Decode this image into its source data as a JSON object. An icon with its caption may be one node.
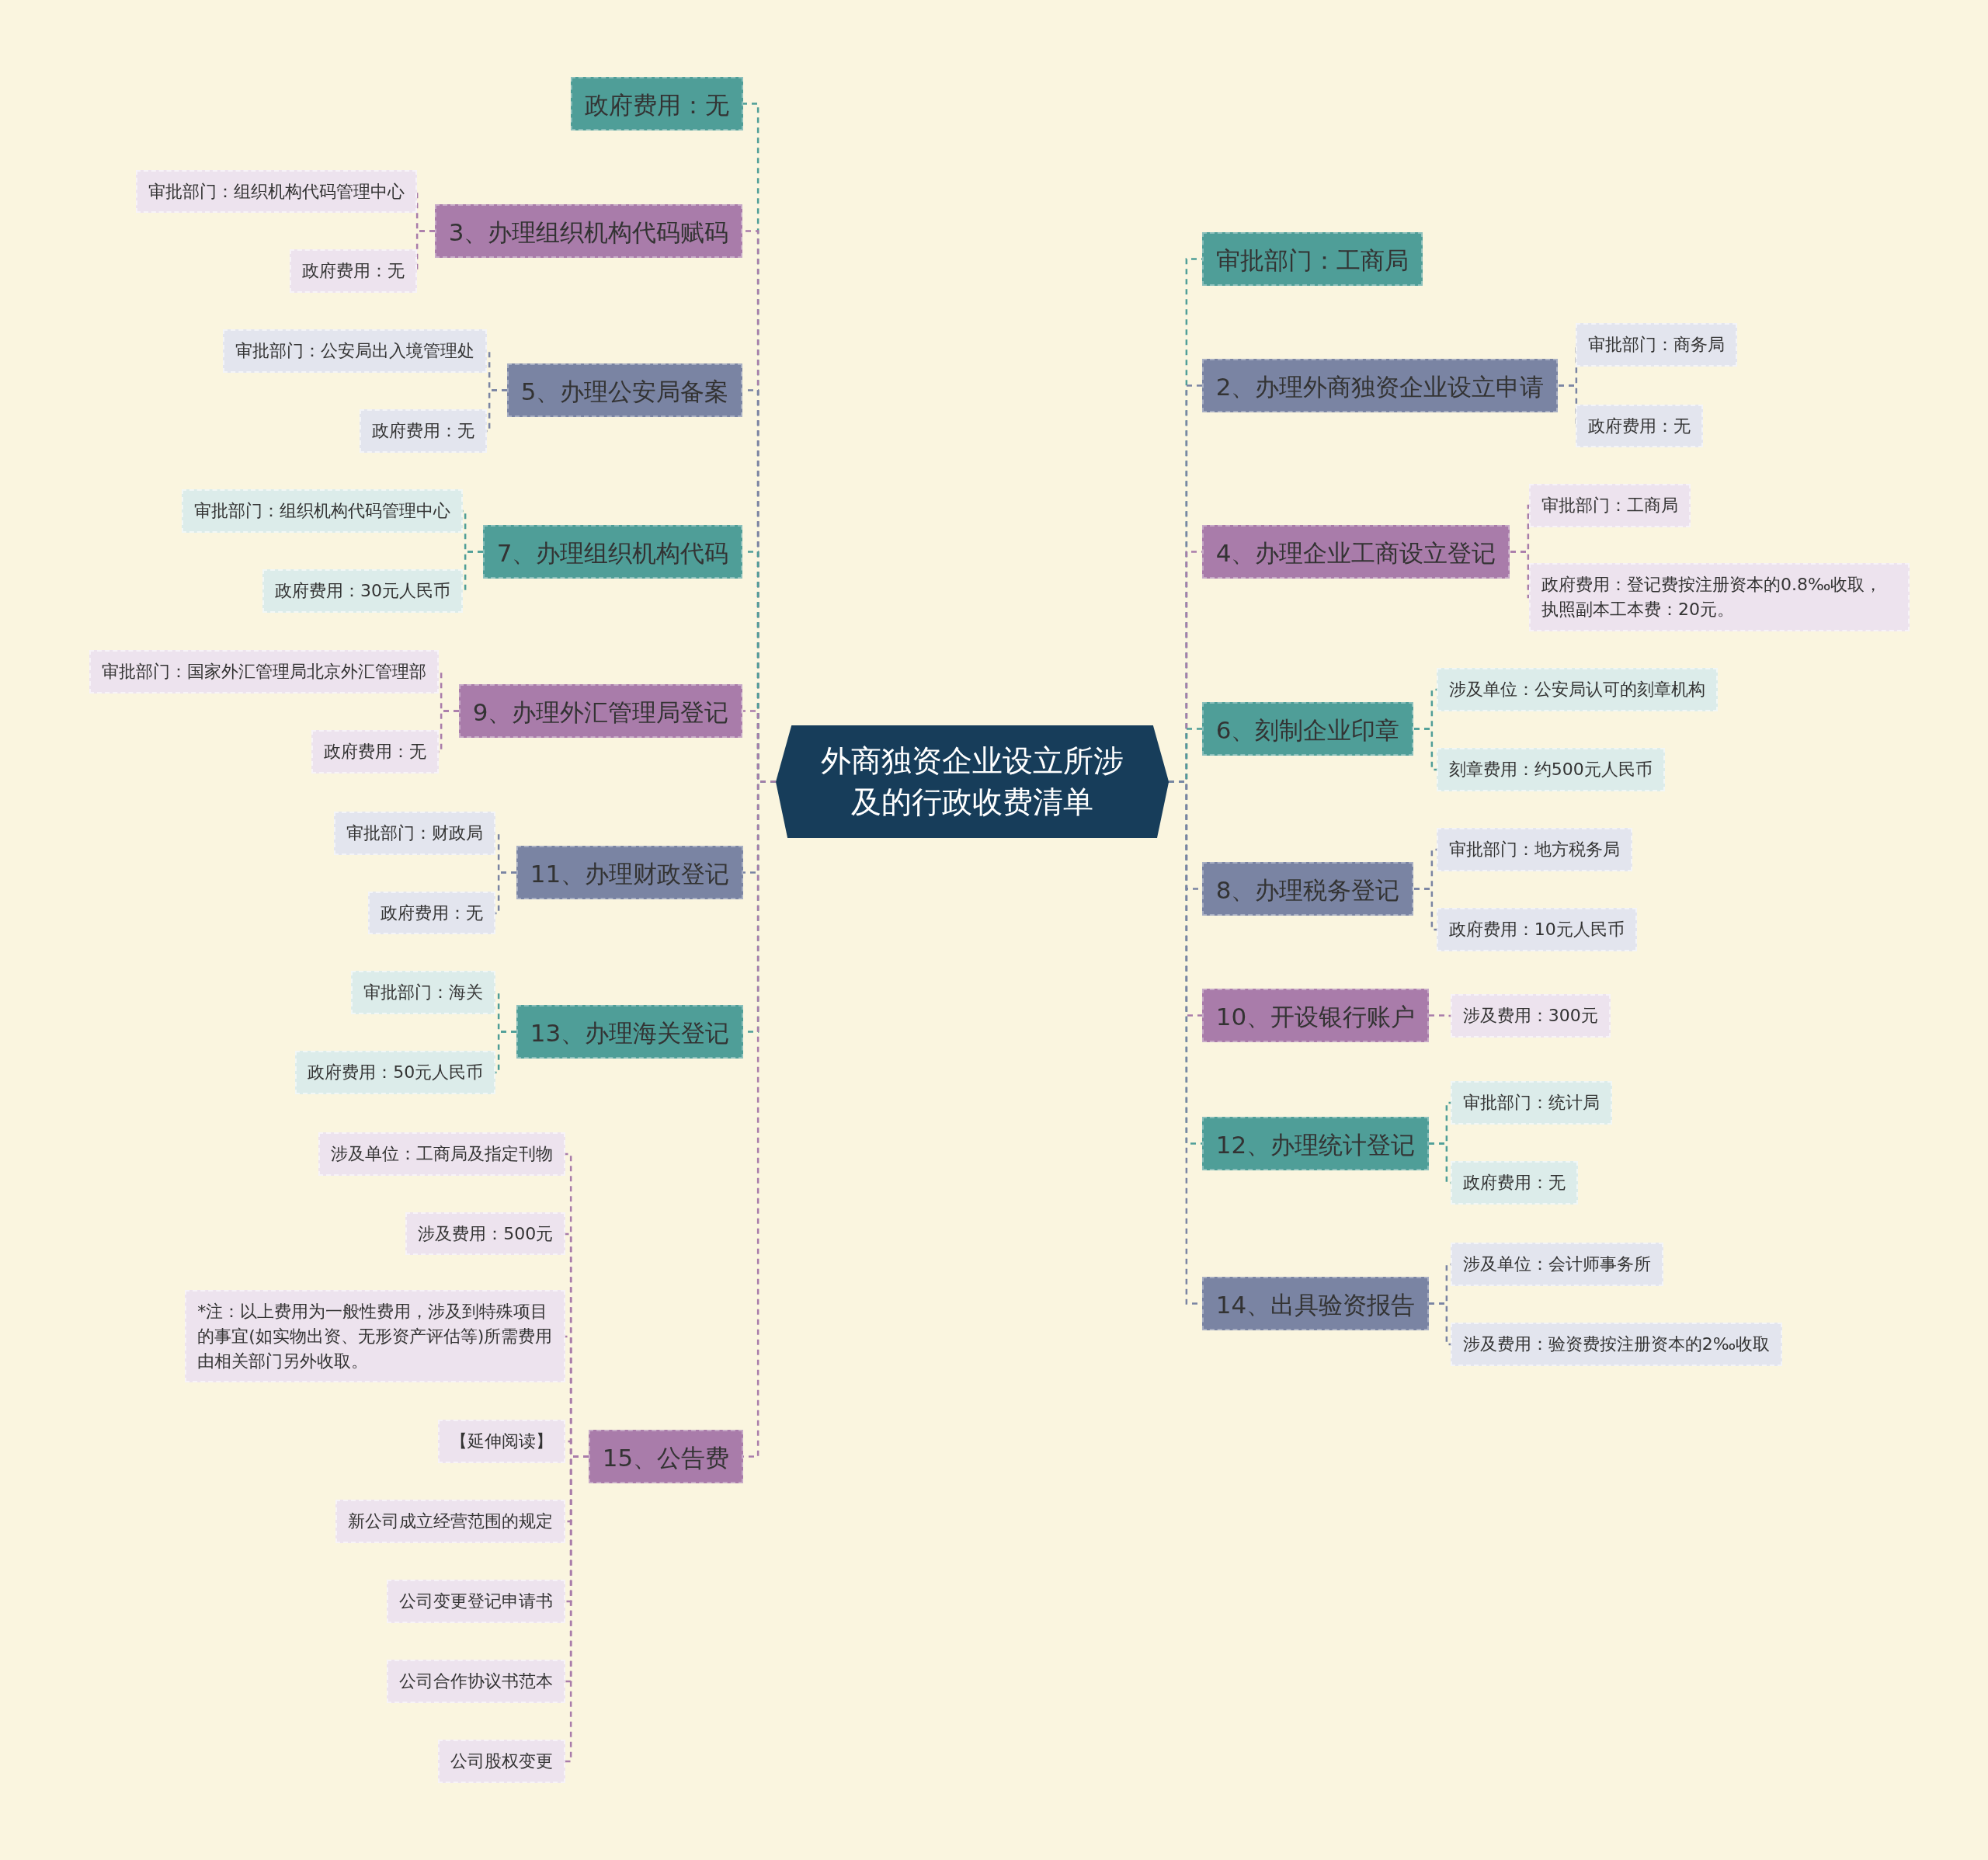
{
  "diagram": {
    "nodes": [
      {
        "text": [
          "外商独资企业设立所涉及的行政收费清单"
        ]
      },
      {
        "text": [
          "审批部门：工商局"
        ]
      },
      {
        "text": [
          "2、办理外商独资企业设立申请"
        ]
      },
      {
        "text": [
          "审批部门：商务局"
        ]
      },
      {
        "text": [
          "政府费用：无"
        ]
      },
      {
        "text": [
          "4、办理企业工商设立登记"
        ]
      },
      {
        "text": [
          "审批部门：工商局"
        ]
      },
      {
        "text": [
          "政府费用：登记费按注册资本的0.8‰收取，执照副本工本费：20元。"
        ]
      },
      {
        "text": [
          "6、刻制企业印章"
        ]
      },
      {
        "text": [
          "涉及单位：公安局认可的刻章机构"
        ]
      },
      {
        "text": [
          "刻章费用：约500元人民币"
        ]
      },
      {
        "text": [
          "8、办理税务登记"
        ]
      },
      {
        "text": [
          "审批部门：地方税务局"
        ]
      },
      {
        "text": [
          "政府费用：10元人民币"
        ]
      },
      {
        "text": [
          "10、开设银行账户"
        ]
      },
      {
        "text": [
          "涉及费用：300元"
        ]
      },
      {
        "text": [
          "12、办理统计登记"
        ]
      },
      {
        "text": [
          "审批部门：统计局"
        ]
      },
      {
        "text": [
          "政府费用：无"
        ]
      },
      {
        "text": [
          "14、出具验资报告"
        ]
      },
      {
        "text": [
          "涉及单位：会计师事务所"
        ]
      },
      {
        "text": [
          "涉及费用：验资费按注册资本的2‰收取"
        ]
      },
      {
        "text": [
          "政府费用：无"
        ]
      },
      {
        "text": [
          "3、办理组织机构代码赋码"
        ]
      },
      {
        "text": [
          "审批部门：组织机构代码管理中心"
        ]
      },
      {
        "text": [
          "政府费用：无"
        ]
      },
      {
        "text": [
          "5、办理公安局备案"
        ]
      },
      {
        "text": [
          "审批部门：公安局出入境管理处"
        ]
      },
      {
        "text": [
          "政府费用：无"
        ]
      },
      {
        "text": [
          "7、办理组织机构代码"
        ]
      },
      {
        "text": [
          "审批部门：组织机构代码管理中心"
        ]
      },
      {
        "text": [
          "政府费用：30元人民币"
        ]
      },
      {
        "text": [
          "9、办理外汇管理局登记"
        ]
      },
      {
        "text": [
          "审批部门：国家外汇管理局北京外汇管理部"
        ]
      },
      {
        "text": [
          "政府费用：无"
        ]
      },
      {
        "text": [
          "11、办理财政登记"
        ]
      },
      {
        "text": [
          "审批部门：财政局"
        ]
      },
      {
        "text": [
          "政府费用：无"
        ]
      },
      {
        "text": [
          "13、办理海关登记"
        ]
      },
      {
        "text": [
          "审批部门：海关"
        ]
      },
      {
        "text": [
          "政府费用：50元人民币"
        ]
      },
      {
        "text": [
          "15、公告费"
        ]
      },
      {
        "text": [
          "涉及单位：工商局及指定刊物"
        ]
      },
      {
        "text": [
          "涉及费用：500元"
        ]
      },
      {
        "text": [
          "*注：以上费用为一般性费用，涉及到特殊项目的事宜(如实物出资、无形资产评估等)所需费用由相关部门另外收取。"
        ]
      },
      {
        "text": [
          "【延伸阅读】"
        ]
      },
      {
        "text": [
          "新公司成立经营范围的规定"
        ]
      },
      {
        "text": [
          "公司变更登记申请书"
        ]
      },
      {
        "text": [
          "公司合作协议书范本"
        ]
      },
      {
        "text": [
          "公司股权变更"
        ]
      }
    ],
    "edges": [
      {
        "from": 0,
        "to": 1,
        "arrow": "none",
        "style": "dashed"
      },
      {
        "from": 0,
        "to": 2,
        "arrow": "none",
        "style": "dashed"
      },
      {
        "from": 2,
        "to": 3,
        "arrow": "none",
        "style": "dashed"
      },
      {
        "from": 2,
        "to": 4,
        "arrow": "none",
        "style": "dashed"
      },
      {
        "from": 0,
        "to": 5,
        "arrow": "none",
        "style": "dashed"
      },
      {
        "from": 5,
        "to": 6,
        "arrow": "none",
        "style": "dashed"
      },
      {
        "from": 5,
        "to": 7,
        "arrow": "none",
        "style": "dashed"
      },
      {
        "from": 0,
        "to": 8,
        "arrow": "none",
        "style": "dashed"
      },
      {
        "from": 8,
        "to": 9,
        "arrow": "none",
        "style": "dashed"
      },
      {
        "from": 8,
        "to": 10,
        "arrow": "none",
        "style": "dashed"
      },
      {
        "from": 0,
        "to": 11,
        "arrow": "none",
        "style": "dashed"
      },
      {
        "from": 11,
        "to": 12,
        "arrow": "none",
        "style": "dashed"
      },
      {
        "from": 11,
        "to": 13,
        "arrow": "none",
        "style": "dashed"
      },
      {
        "from": 0,
        "to": 14,
        "arrow": "none",
        "style": "dashed"
      },
      {
        "from": 14,
        "to": 15,
        "arrow": "none",
        "style": "dashed"
      },
      {
        "from": 0,
        "to": 16,
        "arrow": "none",
        "style": "dashed"
      },
      {
        "from": 16,
        "to": 17,
        "arrow": "none",
        "style": "dashed"
      },
      {
        "from": 16,
        "to": 18,
        "arrow": "none",
        "style": "dashed"
      },
      {
        "from": 0,
        "to": 19,
        "arrow": "none",
        "style": "dashed"
      },
      {
        "from": 19,
        "to": 20,
        "arrow": "none",
        "style": "dashed"
      },
      {
        "from": 19,
        "to": 21,
        "arrow": "none",
        "style": "dashed"
      },
      {
        "from": 0,
        "to": 22,
        "arrow": "none",
        "style": "dashed"
      },
      {
        "from": 0,
        "to": 23,
        "arrow": "none",
        "style": "dashed"
      },
      {
        "from": 23,
        "to": 24,
        "arrow": "none",
        "style": "dashed"
      },
      {
        "from": 23,
        "to": 25,
        "arrow": "none",
        "style": "dashed"
      },
      {
        "from": 0,
        "to": 26,
        "arrow": "none",
        "style": "dashed"
      },
      {
        "from": 26,
        "to": 27,
        "arrow": "none",
        "style": "dashed"
      },
      {
        "from": 26,
        "to": 28,
        "arrow": "none",
        "style": "dashed"
      },
      {
        "from": 0,
        "to": 29,
        "arrow": "none",
        "style": "dashed"
      },
      {
        "from": 29,
        "to": 30,
        "arrow": "none",
        "style": "dashed"
      },
      {
        "from": 29,
        "to": 31,
        "arrow": "none",
        "style": "dashed"
      },
      {
        "from": 0,
        "to": 32,
        "arrow": "none",
        "style": "dashed"
      },
      {
        "from": 32,
        "to": 33,
        "arrow": "none",
        "style": "dashed"
      },
      {
        "from": 32,
        "to": 34,
        "arrow": "none",
        "style": "dashed"
      },
      {
        "from": 0,
        "to": 35,
        "arrow": "none",
        "style": "dashed"
      },
      {
        "from": 35,
        "to": 36,
        "arrow": "none",
        "style": "dashed"
      },
      {
        "from": 35,
        "to": 37,
        "arrow": "none",
        "style": "dashed"
      },
      {
        "from": 0,
        "to": 38,
        "arrow": "none",
        "style": "dashed"
      },
      {
        "from": 38,
        "to": 39,
        "arrow": "none",
        "style": "dashed"
      },
      {
        "from": 38,
        "to": 40,
        "arrow": "none",
        "style": "dashed"
      },
      {
        "from": 0,
        "to": 41,
        "arrow": "none",
        "style": "dashed"
      },
      {
        "from": 41,
        "to": 42,
        "arrow": "none",
        "style": "dashed"
      },
      {
        "from": 41,
        "to": 43,
        "arrow": "none",
        "style": "dashed"
      },
      {
        "from": 41,
        "to": 44,
        "arrow": "none",
        "style": "dashed"
      },
      {
        "from": 41,
        "to": 45,
        "arrow": "none",
        "style": "dashed"
      },
      {
        "from": 41,
        "to": 46,
        "arrow": "none",
        "style": "dashed"
      },
      {
        "from": 41,
        "to": 47,
        "arrow": "none",
        "style": "dashed"
      },
      {
        "from": 41,
        "to": 48,
        "arrow": "none",
        "style": "dashed"
      },
      {
        "from": 41,
        "to": 49,
        "arrow": "none",
        "style": "dashed"
      }
    ]
  }
}
